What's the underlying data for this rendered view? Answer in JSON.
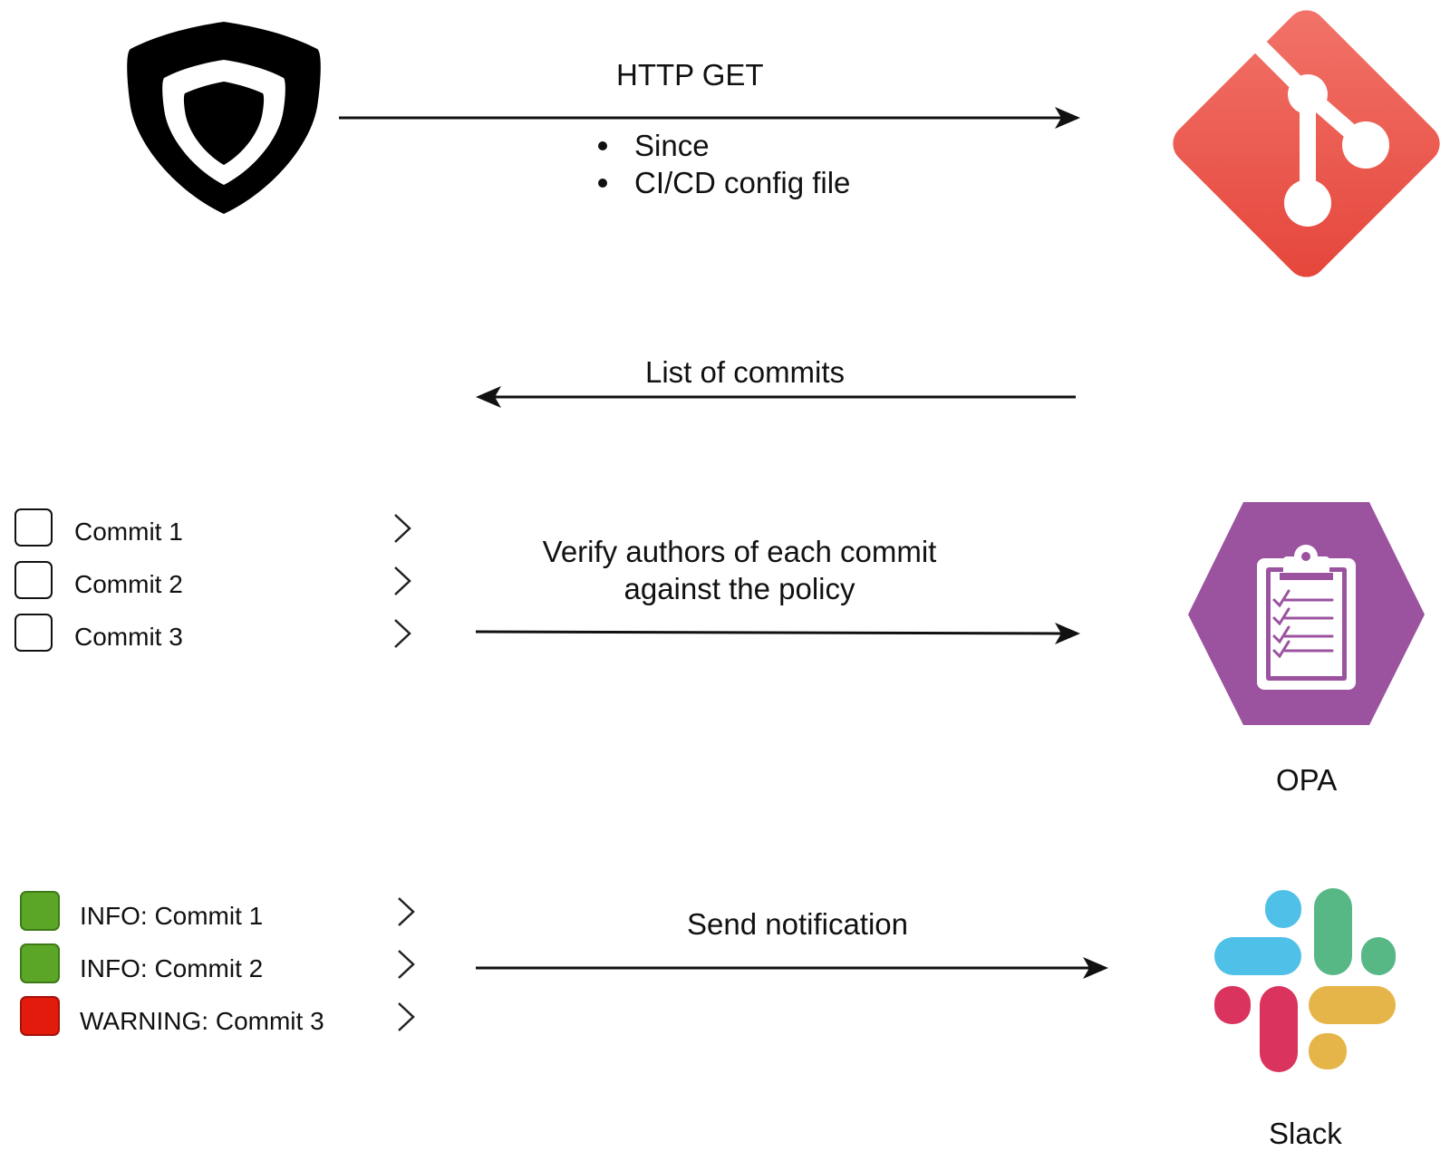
{
  "colors": {
    "git": "#ef5046",
    "opa": "#9c539f",
    "info": "#5ba626",
    "warning": "#e21b0c",
    "slack_blue": "#36c5f0",
    "slack_green": "#2eb67d",
    "slack_red": "#e01e5a",
    "slack_yellow": "#ecb22e"
  },
  "icons": {
    "security": "shield-icon",
    "git": "git-logo-icon",
    "opa": "clipboard-checklist-icon",
    "slack": "slack-logo-icon"
  },
  "arrows": {
    "http_get": {
      "label": "HTTP GET",
      "bullets": [
        "Since",
        "CI/CD config file"
      ]
    },
    "list_commits": {
      "label": "List of commits"
    },
    "verify": {
      "label_line1": "Verify authors of each commit",
      "label_line2": "against the policy"
    },
    "notify": {
      "label": "Send notification"
    }
  },
  "commits": [
    {
      "label": "Commit 1"
    },
    {
      "label": "Commit 2"
    },
    {
      "label": "Commit 3"
    }
  ],
  "results": [
    {
      "label": "INFO: Commit 1",
      "status": "info"
    },
    {
      "label": "INFO: Commit 2",
      "status": "info"
    },
    {
      "label": "WARNING: Commit 3",
      "status": "warning"
    }
  ],
  "nodes": {
    "opa": {
      "label": "OPA"
    },
    "slack": {
      "label": "Slack"
    }
  }
}
